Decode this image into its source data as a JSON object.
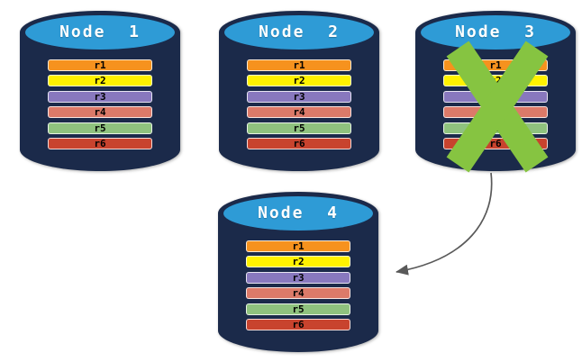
{
  "colors": {
    "background": "#FFFFFF",
    "cylinder-body": "#1B2A4A",
    "cylinder-top": "#2E9BD6",
    "node-title-text": "#FFFFFF",
    "replica-text": "#000000",
    "failure-x": "#86C441",
    "arrow": "#595959"
  },
  "replica_colors": {
    "r1": "#F6921E",
    "r2": "#FFF200",
    "r3": "#8878BE",
    "r4": "#DC7A69",
    "r5": "#8FC27E",
    "r6": "#C8432E"
  },
  "nodes": [
    {
      "label": "Node  1",
      "failed": false,
      "replicas": [
        "r1",
        "r2",
        "r3",
        "r4",
        "r5",
        "r6"
      ]
    },
    {
      "label": "Node  2",
      "failed": false,
      "replicas": [
        "r1",
        "r2",
        "r3",
        "r4",
        "r5",
        "r6"
      ]
    },
    {
      "label": "Node  3",
      "failed": true,
      "replicas": [
        "r1",
        "r2",
        "r3",
        "r4",
        "r5",
        "r6"
      ]
    },
    {
      "label": "Node  4",
      "failed": false,
      "replicas": [
        "r1",
        "r2",
        "r3",
        "r4",
        "r5",
        "r6"
      ]
    }
  ],
  "arrow": {
    "from": "Node 3",
    "to": "Node 4"
  }
}
